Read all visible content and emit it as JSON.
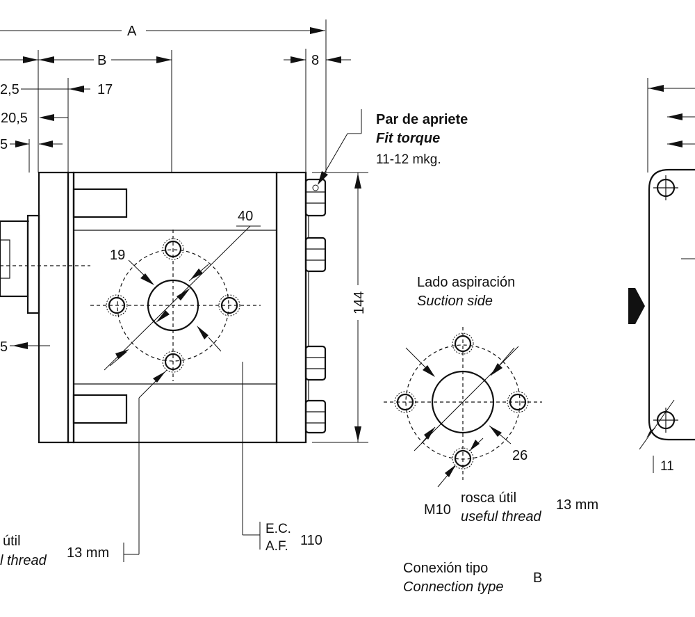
{
  "dimensions": {
    "a": "A",
    "b": "B",
    "eight": "8",
    "d12_5": "2,5",
    "d17": "17",
    "d20_5": "20,5",
    "d5_top": "5",
    "d5_bottom": "5",
    "d40": "40",
    "d19": "19",
    "d144": "144",
    "d26": "26",
    "d11": "11"
  },
  "torque": {
    "title_es": "Par de apriete",
    "title_en": "Fit torque",
    "value": "11-12 mkg."
  },
  "suction": {
    "label_es": "Lado aspiración",
    "label_en": "Suction side"
  },
  "thread_right": {
    "size": "M10",
    "label_es": "rosca útil",
    "label_en": "useful thread",
    "depth": "13 mm"
  },
  "thread_left": {
    "label_es": "útil",
    "label_en": "l thread",
    "depth": "13 mm"
  },
  "wrench": {
    "ec": "E.C.",
    "af": "A.F.",
    "size": "110"
  },
  "connection": {
    "label_es": "Conexión tipo",
    "label_en": "Connection type",
    "type": "B"
  }
}
